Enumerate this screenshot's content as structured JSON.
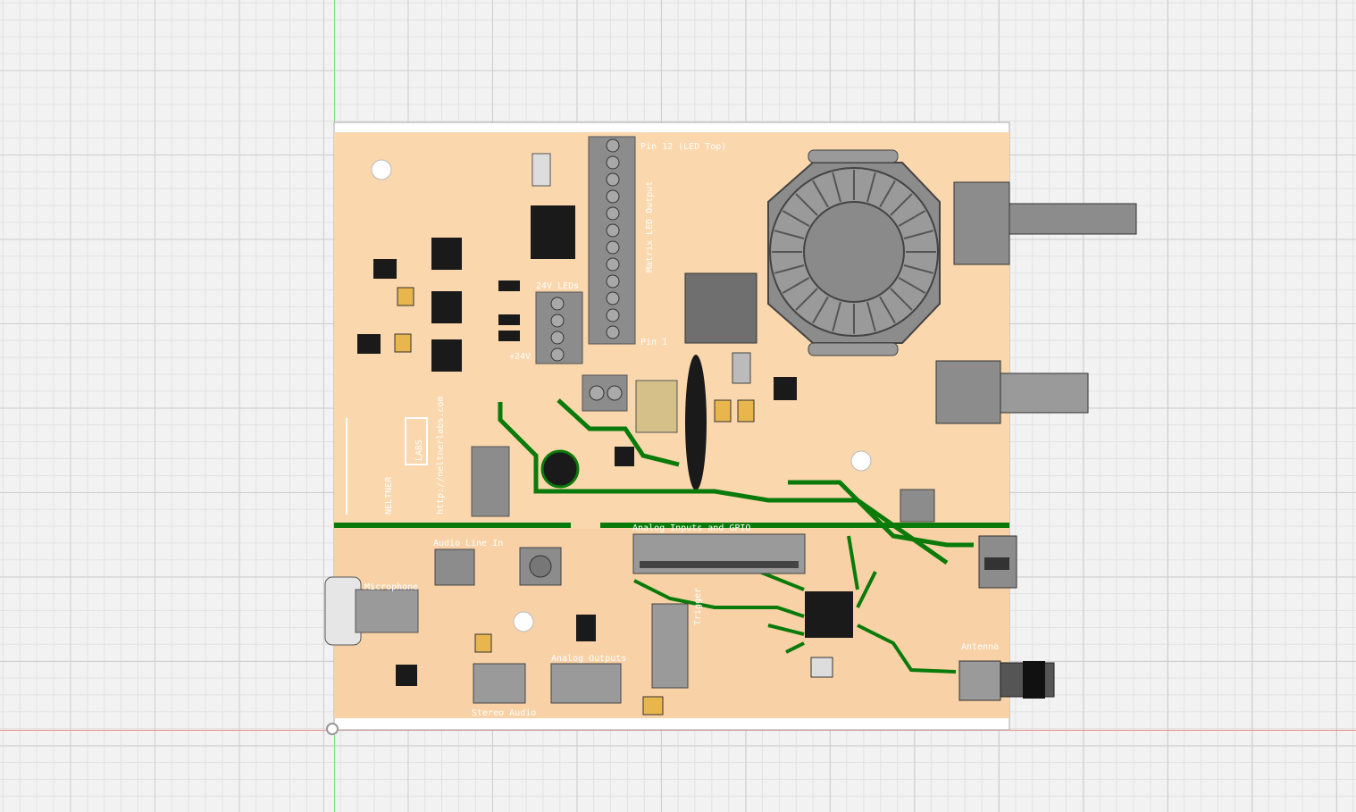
{
  "board": {
    "silkscreen": {
      "pin12": "Pin 12 (LED Top)",
      "matrix": "Matrix LED Output",
      "pin1": "Pin 1",
      "leds24v": "24V LEDs",
      "plus24v": "+24V",
      "analog_io": "Analog Inputs and GPIO",
      "audio_line_in": "Audio Line In",
      "microphone": "Microphone",
      "analog_outputs": "Analog Outputs",
      "stereo_audio": "Stereo Audio",
      "antenna": "Antenna",
      "trigger": "Trigger",
      "url": "http://neltnerlabs.com",
      "brand_main": "NELTNER",
      "brand_sub": "LABS"
    },
    "colors": {
      "substrate": "#fad7ad",
      "copper": "#0a7a0a",
      "silkscreen": "#ffffff",
      "ic_body": "#1a1a1a",
      "component_grey": "#8c8c8c",
      "background": "#f2f2f2"
    }
  }
}
